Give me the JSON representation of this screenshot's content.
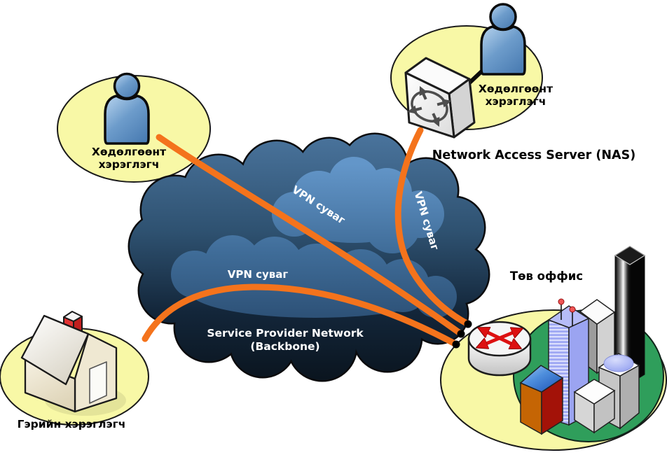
{
  "diagram": {
    "type": "vpn-network-topology",
    "cloud": {
      "title_line1": "Service Provider Network",
      "title_line2": "(Backbone)"
    },
    "tunnels": {
      "label": "VPN суваг",
      "color": "#F4731C",
      "count": 3
    },
    "nodes": {
      "mobile_user_left": {
        "label_line1": "Хөдөлгөөнт",
        "label_line2": "хэрэглэгч"
      },
      "mobile_user_right": {
        "label_line1": "Хөдөлгөөнт",
        "label_line2": "хэрэглэгч"
      },
      "nas": {
        "label": "Network Access Server (NAS)"
      },
      "home_user": {
        "label": "Гэрийн хэрэглэгч"
      },
      "central_office": {
        "label": "Төв оффис"
      }
    },
    "colors": {
      "zone_yellow": "#F8F8A6",
      "cloud_top": "#4A749D",
      "cloud_bottom": "#0A141E",
      "inner_cloud": "#5E90C3",
      "tunnel_orange": "#F4731C",
      "grass_green": "#2F9E5B",
      "person_blue": "#4B7DB3",
      "arrow_red": "#DD1111"
    }
  }
}
